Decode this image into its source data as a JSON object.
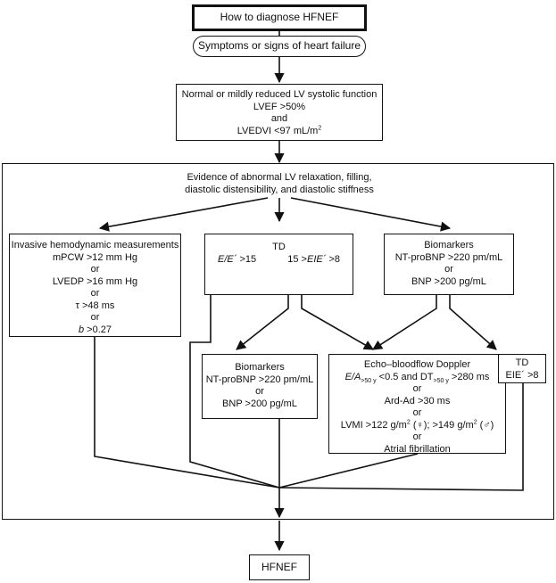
{
  "title": "How to diagnose HFNEF",
  "symptoms": "Symptoms or signs of heart failure",
  "systolic": {
    "line1": "Normal or mildly reduced LV systolic function",
    "line2": "LVEF >50%",
    "line3": "and",
    "line4": "LVEDVI <97 mL/m",
    "line4_sup": "2"
  },
  "evidence": {
    "line1": "Evidence of abnormal LV relaxation, filling,",
    "line2": "diastolic distensibility, and diastolic stiffness"
  },
  "invasive": {
    "heading": "Invasive hemodynamic measurements",
    "l1": "mPCW >12 mm Hg",
    "or1": "or",
    "l2": "LVEDP >16 mm Hg",
    "or2": "or",
    "l3": "τ >48 ms",
    "or3": "or",
    "l4_var": "b",
    "l4_rest": " >0.27"
  },
  "td_main": {
    "heading": "TD",
    "left_var": "E/E´",
    "left_rest": " >15",
    "right_pre": "15 >",
    "right_var": "EIE´",
    "right_rest": " >8"
  },
  "biomarkers_right": {
    "heading": "Biomarkers",
    "l1": "NT-proBNP >220 pm/mL",
    "or1": "or",
    "l2": "BNP >200 pg/mL"
  },
  "biomarkers_mid": {
    "heading": "Biomarkers",
    "l1": "NT-proBNP >220 pm/mL",
    "or1": "or",
    "l2": "BNP >200 pg/mL"
  },
  "echo": {
    "heading": "Echo–bloodflow Doppler",
    "l1_var": "E/A",
    "l1_sub1": ">50 y",
    "l1_mid": " <0.5 and DT",
    "l1_sub2": ">50 y",
    "l1_end": " >280 ms",
    "or1": "or",
    "l2": "Ard-Ad >30 ms",
    "or2": "or",
    "l3a": "LVMI >122 g/m",
    "l3_sup1": "2",
    "l3b": " (♀); >149 g/m",
    "l3_sup2": "2",
    "l3c": " (♂)",
    "or3": "or",
    "l4": "Atrial fibrillation"
  },
  "td_small": {
    "heading": "TD",
    "l1": "EIE´ >8"
  },
  "result": "HFNEF"
}
